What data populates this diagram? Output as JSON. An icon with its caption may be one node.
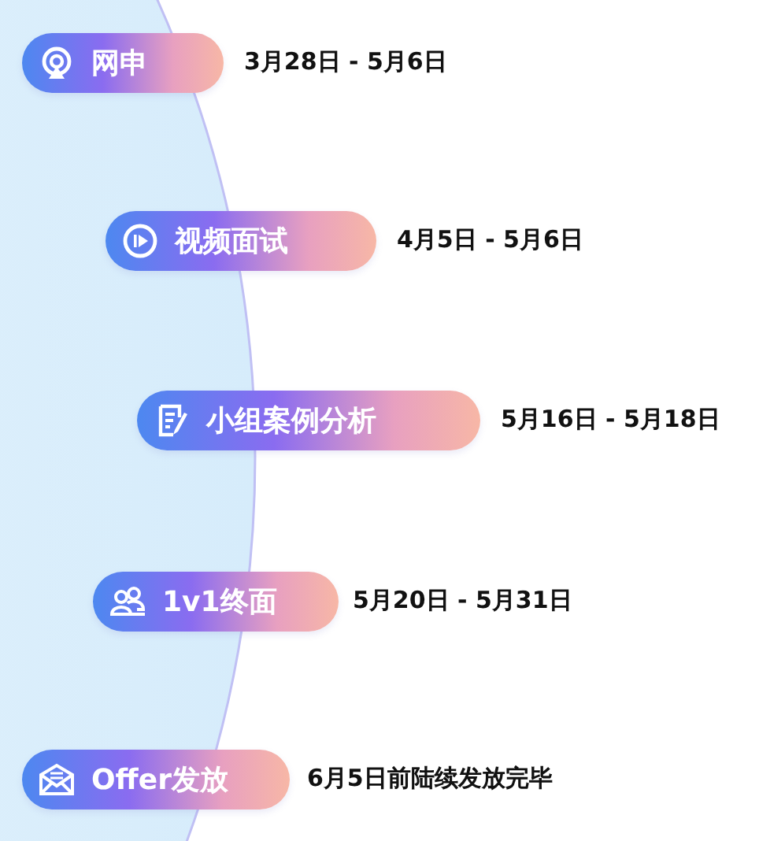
{
  "diagram": {
    "nodes": [
      {
        "text": [
          "网申"
        ],
        "beside": [
          "3月28日 - 5月6日"
        ]
      },
      {
        "text": [
          "视频面试"
        ],
        "beside": [
          "4月5日 - 5月6日"
        ]
      },
      {
        "text": [
          "小组案例分析"
        ],
        "beside": [
          "5月16日 - 5月18日"
        ]
      },
      {
        "text": [
          "1v1终面"
        ],
        "beside": [
          "5月20日 - 5月31日"
        ]
      },
      {
        "text": [
          "Offer发放"
        ],
        "beside": [
          "6月5日前陆续发放完毕"
        ]
      }
    ]
  }
}
